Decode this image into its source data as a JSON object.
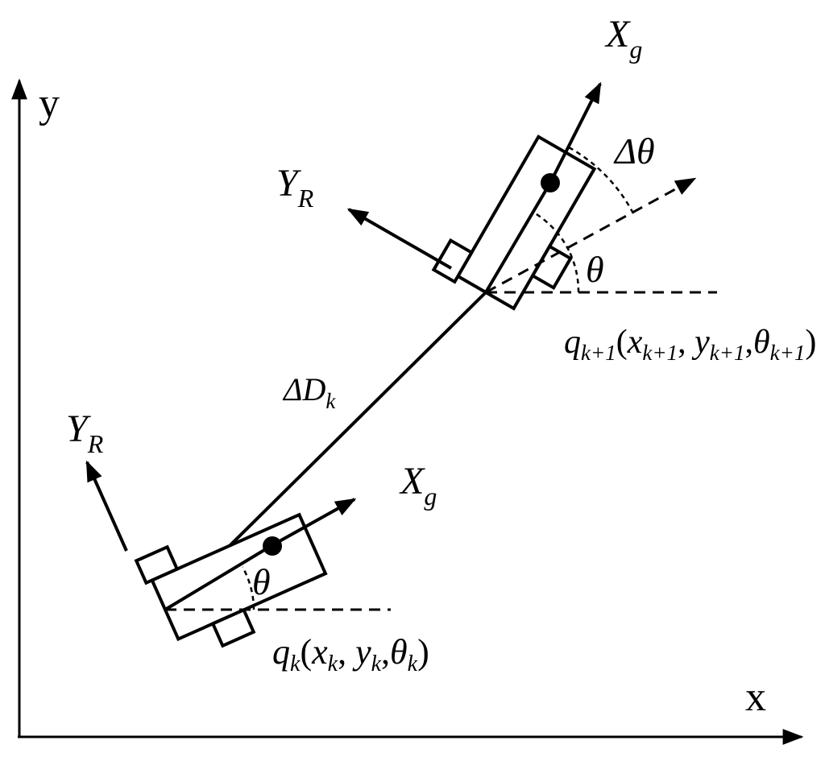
{
  "axes": {
    "x_label": "x",
    "y_label": "y"
  },
  "robot_k": {
    "xg_label": {
      "main": "X",
      "sub": "g"
    },
    "yr_label": {
      "main": "Y",
      "sub": "R"
    },
    "theta_label": "θ",
    "pose_label": {
      "q": "q",
      "k": "k",
      "x": "x",
      "y": "y",
      "t": "θ"
    }
  },
  "robot_k1": {
    "xg_label": {
      "main": "X",
      "sub": "g"
    },
    "yr_label": {
      "main": "Y",
      "sub": "R"
    },
    "theta_label": "θ",
    "delta_theta_label": "Δθ",
    "pose_label": {
      "q": "q",
      "k": "k+1",
      "x": "x",
      "y": "y",
      "t": "θ"
    }
  },
  "displacement": {
    "main": "ΔD",
    "sub": "k"
  },
  "colors": {
    "ink": "#000000",
    "background": "#ffffff"
  }
}
